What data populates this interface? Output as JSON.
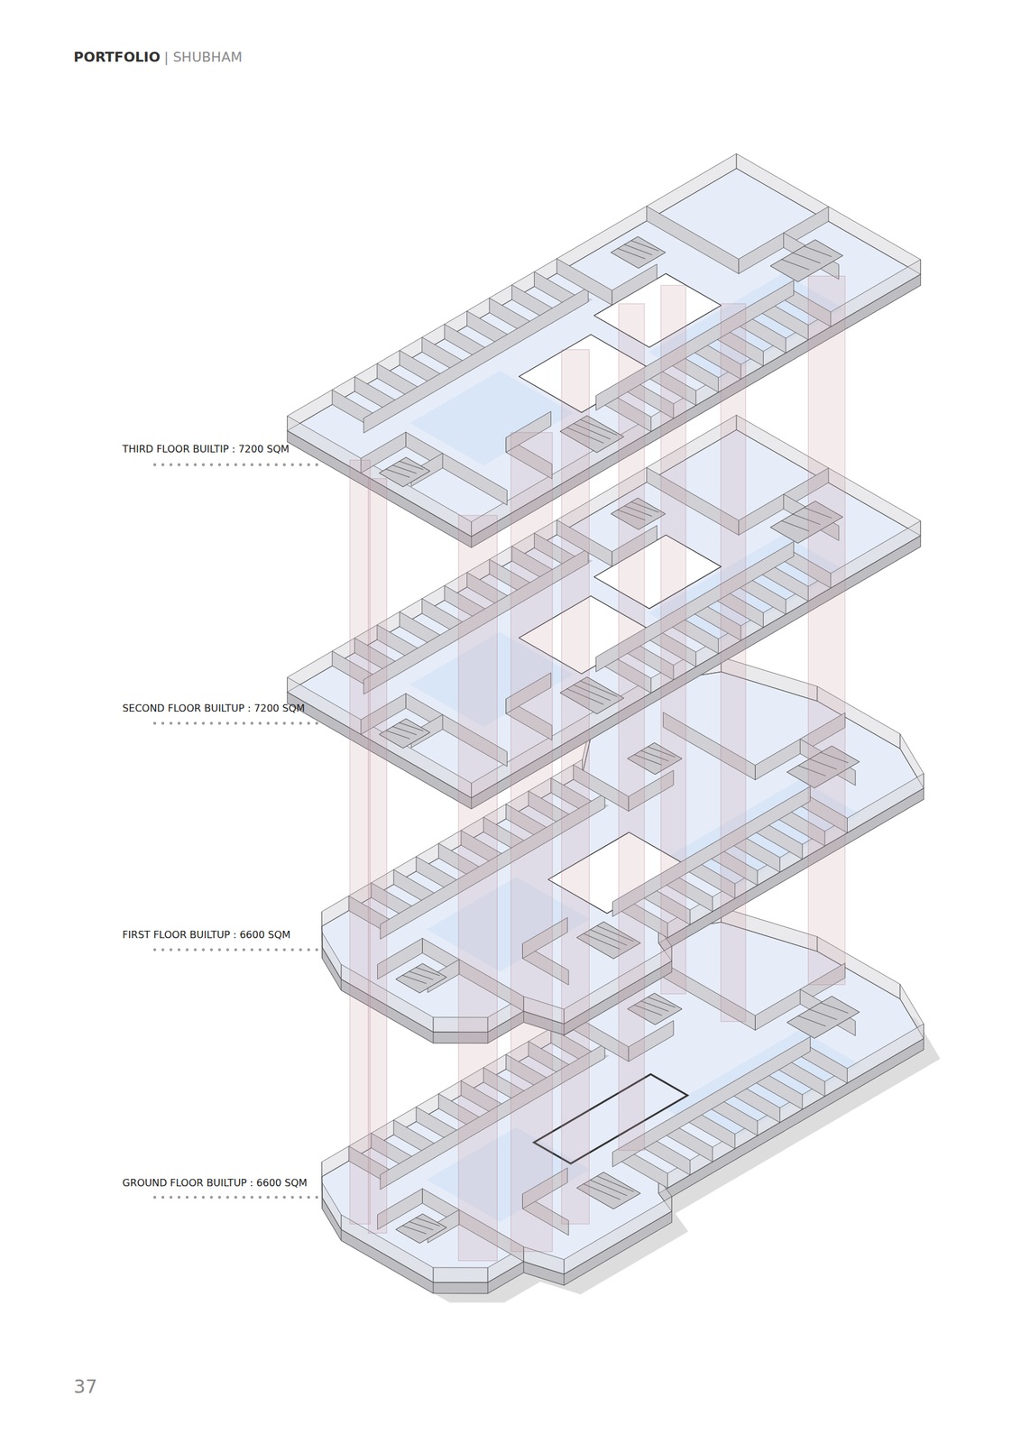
{
  "diagram": {
    "labels": [
      "PORTFOLIO",
      "| SHUBHAM",
      "THIRD FLOOR BUILTIP : 7200 SQM",
      "SECOND FLOOR BUILTUP : 7200 SQM",
      "FIRST FLOOR BUILTUP : 6600 SQM",
      "GROUND FLOOR BUILTUP : 6600 SQM",
      "37"
    ]
  }
}
